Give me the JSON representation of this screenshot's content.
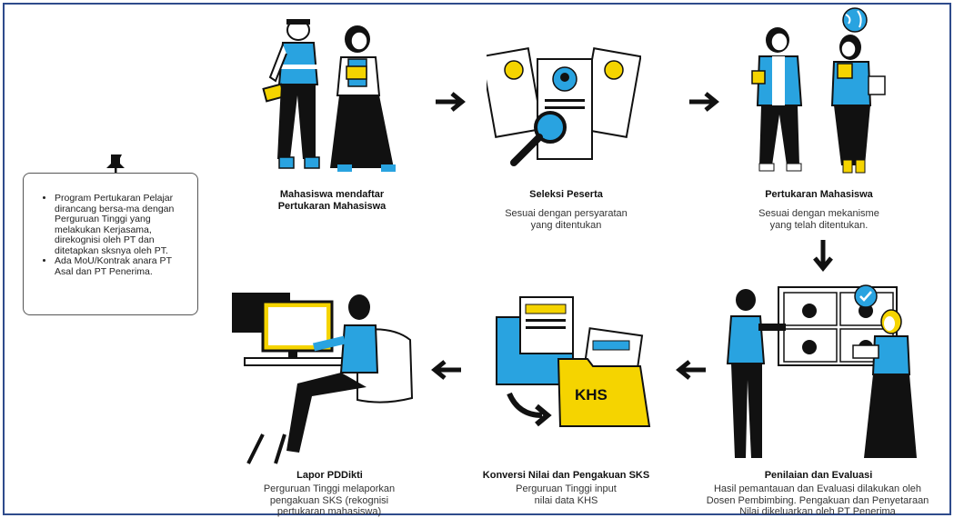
{
  "note": {
    "items": [
      "Program Pertukaran Pelajar dirancang bersa-ma dengan Perguruan Tinggi yang melakukan Kerjasama, direkognisi oleh PT dan ditetapkan sksnya oleh PT.",
      "Ada MoU/Kontrak anara PT Asal dan PT Penerima."
    ]
  },
  "steps": [
    {
      "title_l1": "Mahasiswa mendaftar",
      "title_l2": "Pertukaran Mahasiswa",
      "desc_l1": "",
      "desc_l2": "",
      "desc_l3": ""
    },
    {
      "title_l1": "Seleksi Peserta",
      "title_l2": "",
      "desc_l1": "Sesuai dengan persyaratan",
      "desc_l2": "yang ditentukan",
      "desc_l3": ""
    },
    {
      "title_l1": "Pertukaran Mahasiswa",
      "title_l2": "",
      "desc_l1": "Sesuai dengan mekanisme",
      "desc_l2": "yang telah ditentukan.",
      "desc_l3": ""
    },
    {
      "title_l1": "Penilaian dan Evaluasi",
      "title_l2": "",
      "desc_l1": "Hasil pemantauan dan Evaluasi dilakukan oleh",
      "desc_l2": "Dosen Pembimbing. Pengakuan dan Penyetaraan",
      "desc_l3": "Nilai dikeluarkan oleh PT Penerima"
    },
    {
      "title_l1": "Konversi Nilai dan Pengakuan SKS",
      "title_l2": "",
      "desc_l1": "Perguruan Tinggi input",
      "desc_l2": "nilai data KHS",
      "desc_l3": ""
    },
    {
      "title_l1": "Lapor PDDikti",
      "title_l2": "",
      "desc_l1": "Perguruan Tinggi melaporkan",
      "desc_l2": "pengakuan SKS (rekognisi",
      "desc_l3": "pertukaran mahasiswa)"
    }
  ],
  "khs_label": "KHS",
  "colors": {
    "blue": "#29a3e0",
    "yellow": "#f5d400",
    "black": "#111111",
    "accent": "#2f4b8c"
  }
}
